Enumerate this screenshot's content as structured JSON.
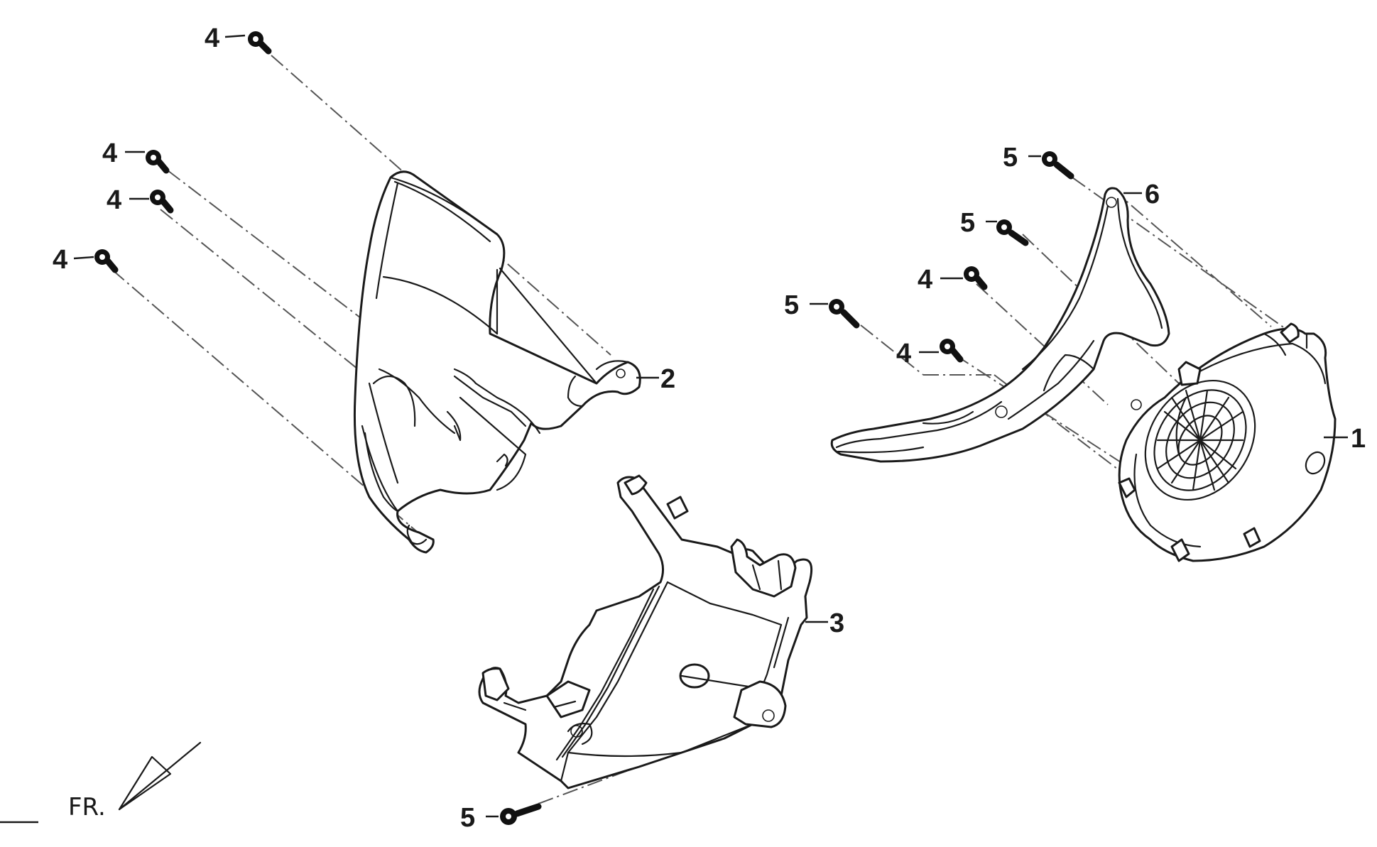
{
  "diagram": {
    "orientation_label": "FR.",
    "callouts": {
      "part_1": "1",
      "part_2": "2",
      "part_3": "3",
      "part_6": "6",
      "bolt_4a": "4",
      "bolt_4b": "4",
      "bolt_4c": "4",
      "bolt_4d": "4",
      "bolt_4e": "4",
      "bolt_4f": "4",
      "bolt_5a": "5",
      "bolt_5b": "5",
      "bolt_5c": "5",
      "bolt_5d": "5"
    }
  }
}
